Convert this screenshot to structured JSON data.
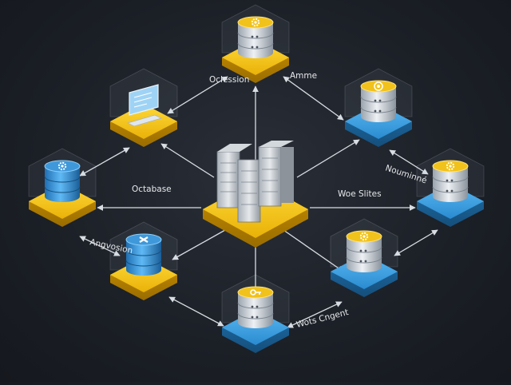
{
  "colors": {
    "background": "#1b1f26",
    "yellow": "#f5c518",
    "blue": "#3a9fe0",
    "link": "#d8dde3",
    "label": "#e6e8eb"
  },
  "hub": {
    "icon": "server-rack-icon"
  },
  "nodes": [
    {
      "id": "top",
      "color": "yellow",
      "icon": "database-gear-icon"
    },
    {
      "id": "upper-left",
      "color": "yellow",
      "icon": "monitor-icon"
    },
    {
      "id": "upper-right",
      "color": "blue",
      "icon": "database-target-icon"
    },
    {
      "id": "left",
      "color": "yellow",
      "icon": "database-gear-icon"
    },
    {
      "id": "right",
      "color": "blue",
      "icon": "database-gear-icon"
    },
    {
      "id": "lower-left",
      "color": "yellow",
      "icon": "database-cross-icon"
    },
    {
      "id": "lower-right",
      "color": "blue",
      "icon": "database-gear-icon"
    },
    {
      "id": "bottom",
      "color": "blue",
      "icon": "database-key-icon"
    }
  ],
  "labels": {
    "top_left": "Oclession",
    "top_right": "Amme",
    "left": "Octabase",
    "right": "Woe Slites",
    "upper_right": "Nouminné",
    "lower_left": "Angvosion",
    "lower_right": "Wots Cngent"
  }
}
